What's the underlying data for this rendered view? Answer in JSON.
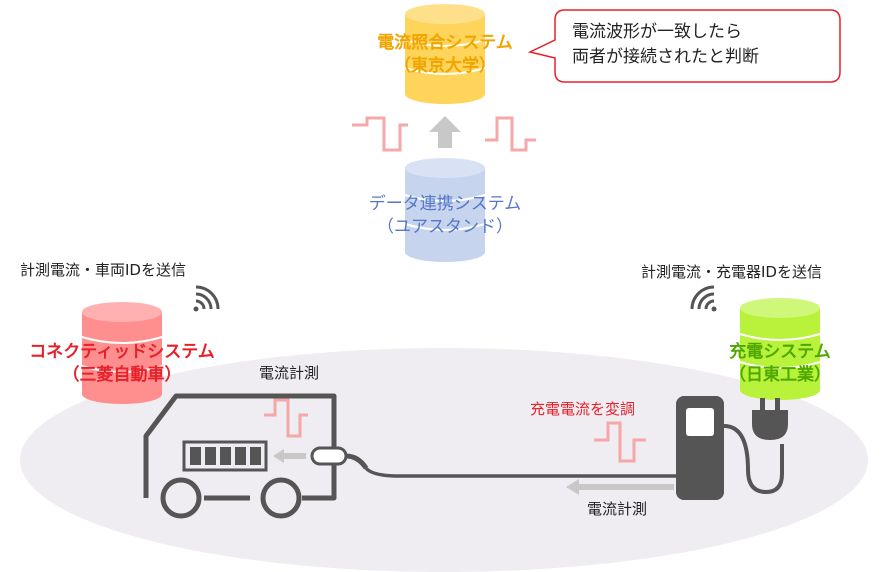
{
  "colors": {
    "matching_db": "#ffd45a",
    "matching_text": "#f0a400",
    "data_link_db": "#c7d4ee",
    "data_link_text": "#5577c8",
    "connected_db": "#ff7f7f",
    "connected_text": "#e8202a",
    "charging_db": "#b8f23a",
    "charging_text": "#4fa800",
    "signal_wave": "#f5a8a8",
    "arrow_gray": "#c8c8c8",
    "vehicle_line": "#555555",
    "ellipse": "#efedf1"
  },
  "matching_system": {
    "name": "電流照合システム",
    "org": "（東京大学）",
    "callout_line1": "電流波形が一致したら",
    "callout_line2": "両者が接続されたと判断"
  },
  "data_link_system": {
    "name": "データ連携システム",
    "org": "（ユアスタンド）"
  },
  "connected_system": {
    "name": "コネクティッドシステム",
    "org": "（三菱自動車）",
    "send_label": "計測電流・車両IDを送信",
    "measure_label": "電流計測"
  },
  "charging_system": {
    "name": "充電システム",
    "org": "（日東工業）",
    "send_label": "計測電流・充電器IDを送信",
    "modulate_label": "充電電流を変調",
    "measure_label": "電流計測"
  },
  "icons": [
    "wifi-icon",
    "wifi-icon",
    "arrow-up-icon",
    "plug-icon",
    "charger-icon",
    "car-icon",
    "battery-icon"
  ]
}
